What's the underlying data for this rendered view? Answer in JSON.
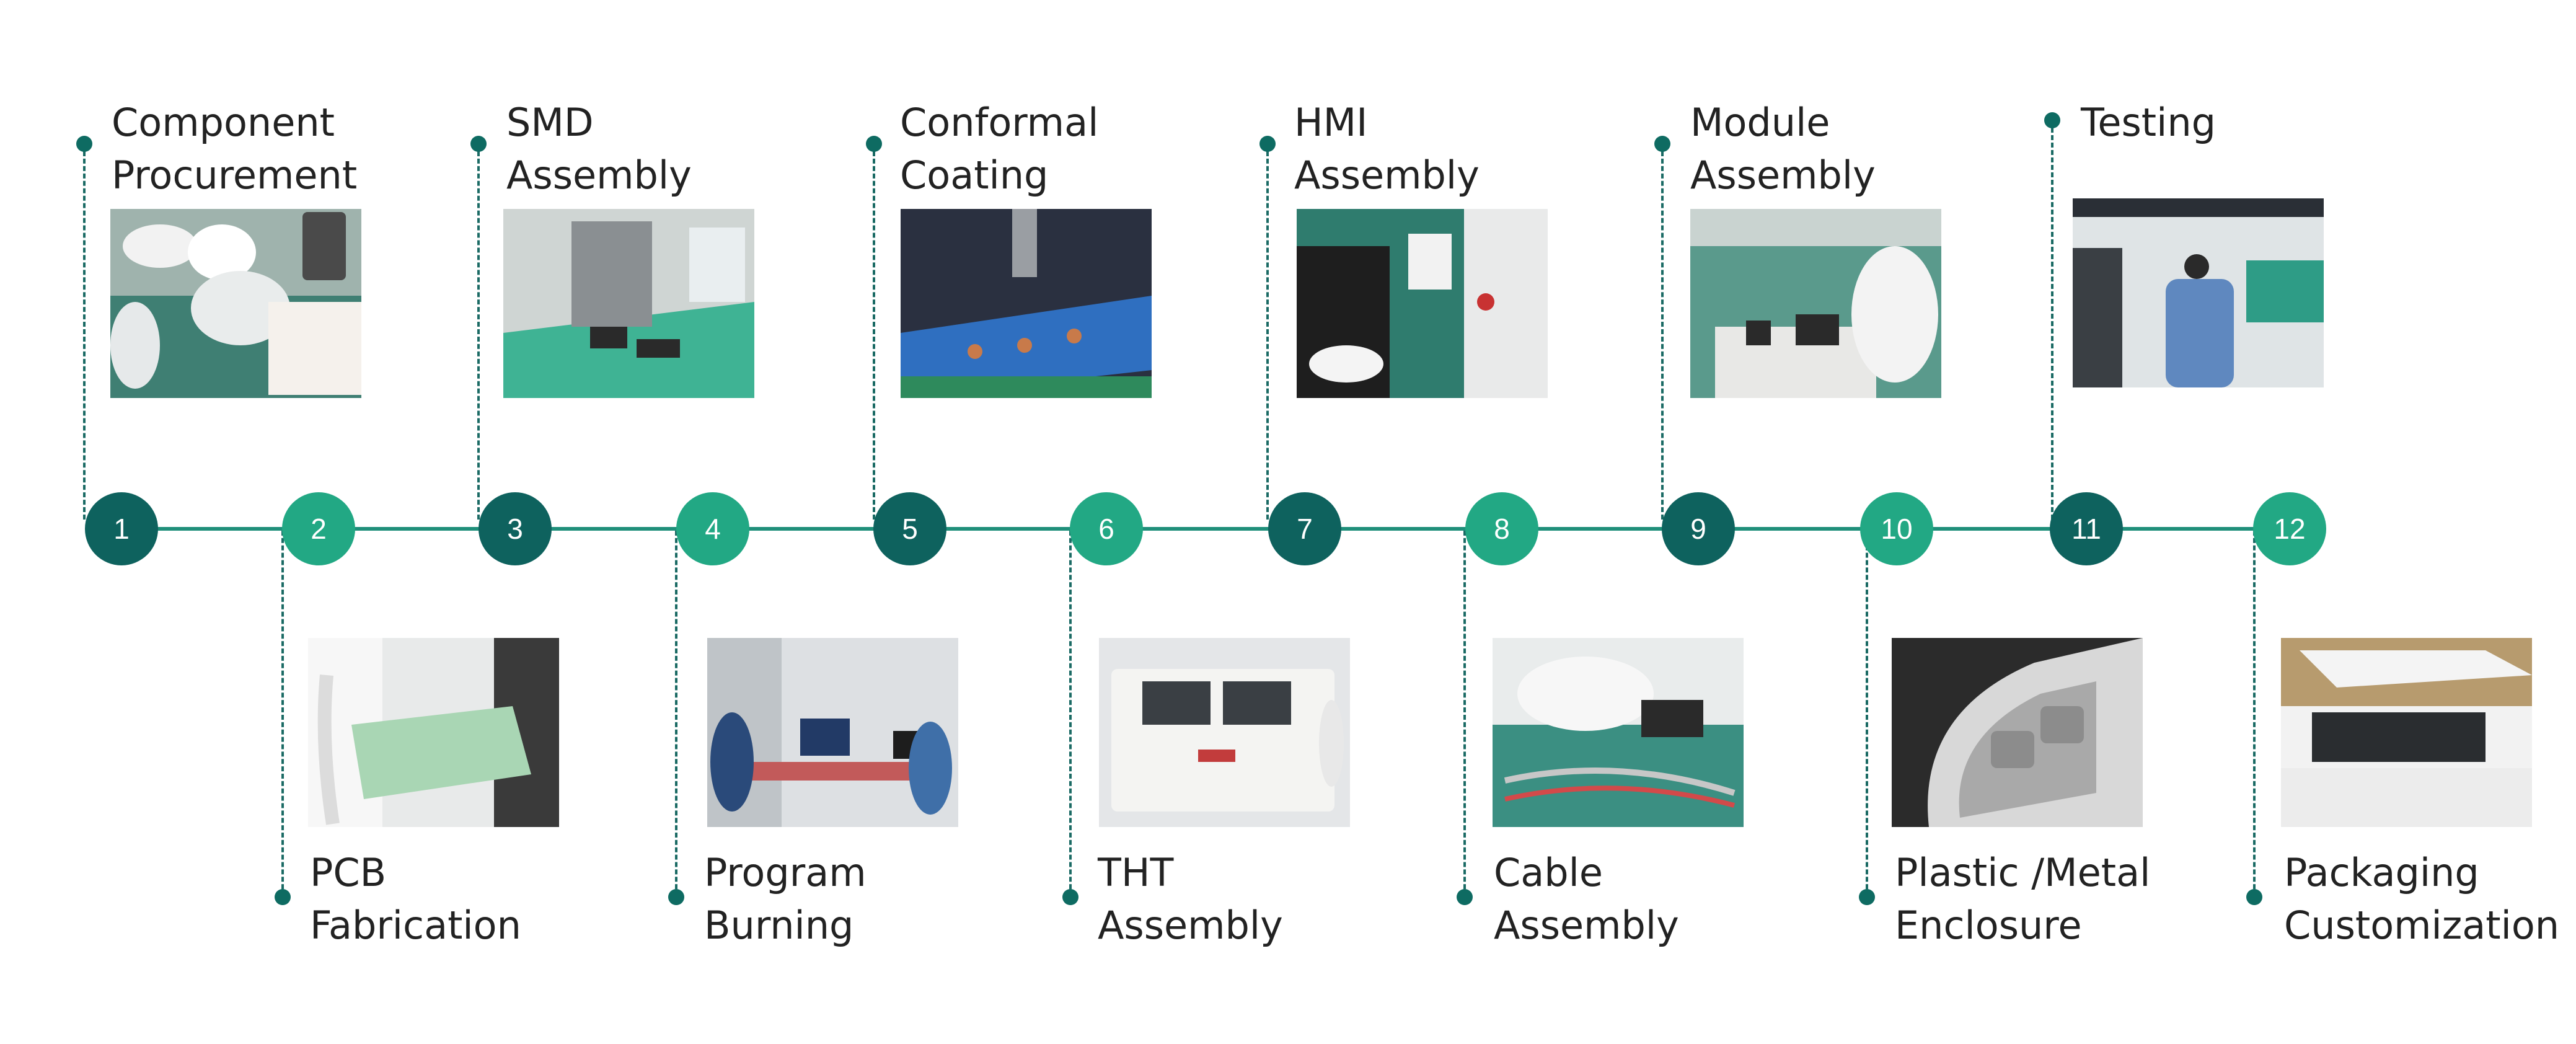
{
  "steps": [
    {
      "number": "1",
      "lines": [
        "Component",
        "Procurement"
      ],
      "image": "component-procurement-photo"
    },
    {
      "number": "2",
      "lines": [
        "PCB",
        "Fabrication"
      ],
      "image": "pcb-fabrication-photo"
    },
    {
      "number": "3",
      "lines": [
        "SMD",
        "Assembly"
      ],
      "image": "smd-assembly-photo"
    },
    {
      "number": "4",
      "lines": [
        "Program",
        "Burning"
      ],
      "image": "program-burning-photo"
    },
    {
      "number": "5",
      "lines": [
        "Conformal",
        "Coating"
      ],
      "image": "conformal-coating-photo"
    },
    {
      "number": "6",
      "lines": [
        "THT",
        "Assembly"
      ],
      "image": "tht-assembly-photo"
    },
    {
      "number": "7",
      "lines": [
        "HMI",
        "Assembly"
      ],
      "image": "hmi-assembly-photo"
    },
    {
      "number": "8",
      "lines": [
        "Cable",
        "Assembly"
      ],
      "image": "cable-assembly-photo"
    },
    {
      "number": "9",
      "lines": [
        "Module",
        "Assembly"
      ],
      "image": "module-assembly-photo"
    },
    {
      "number": "10",
      "lines": [
        "Plastic /Metal",
        "Enclosure"
      ],
      "image": "enclosure-photo"
    },
    {
      "number": "11",
      "lines": [
        "Testing"
      ],
      "image": "testing-photo"
    },
    {
      "number": "12",
      "lines": [
        "Packaging",
        "Customization"
      ],
      "image": "packaging-photo"
    }
  ],
  "colors": {
    "dark_teal": "#0e625e",
    "light_teal": "#22a884",
    "line": "#1f8f7a",
    "text": "#222222"
  }
}
